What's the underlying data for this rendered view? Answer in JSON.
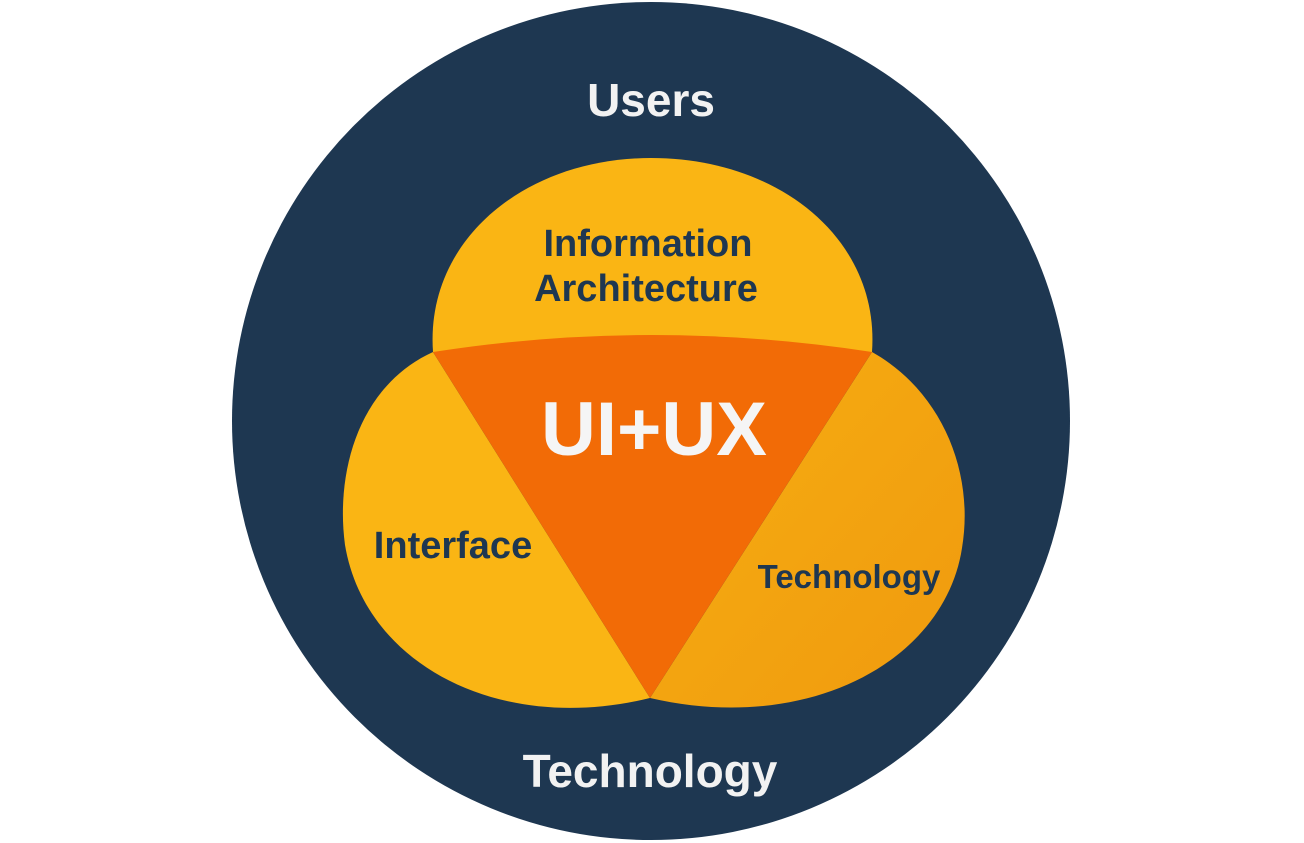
{
  "diagram": {
    "outer_top_label": "Users",
    "outer_bottom_label": "Technology",
    "top_petal": {
      "line1": "Information",
      "line2": "Architecture"
    },
    "left_petal_label": "Interface",
    "right_petal_label": "Technology",
    "center_label": "UI+UX"
  },
  "colors": {
    "outer_circle": "#1E3751",
    "outer_text": "#F2F2F2",
    "petal_yellow": "#FAB514",
    "petal_yellow_right": "#F4A210",
    "center_orange": "#F26B06",
    "petal_text": "#1E3751",
    "center_text": "#F5F5F5"
  }
}
